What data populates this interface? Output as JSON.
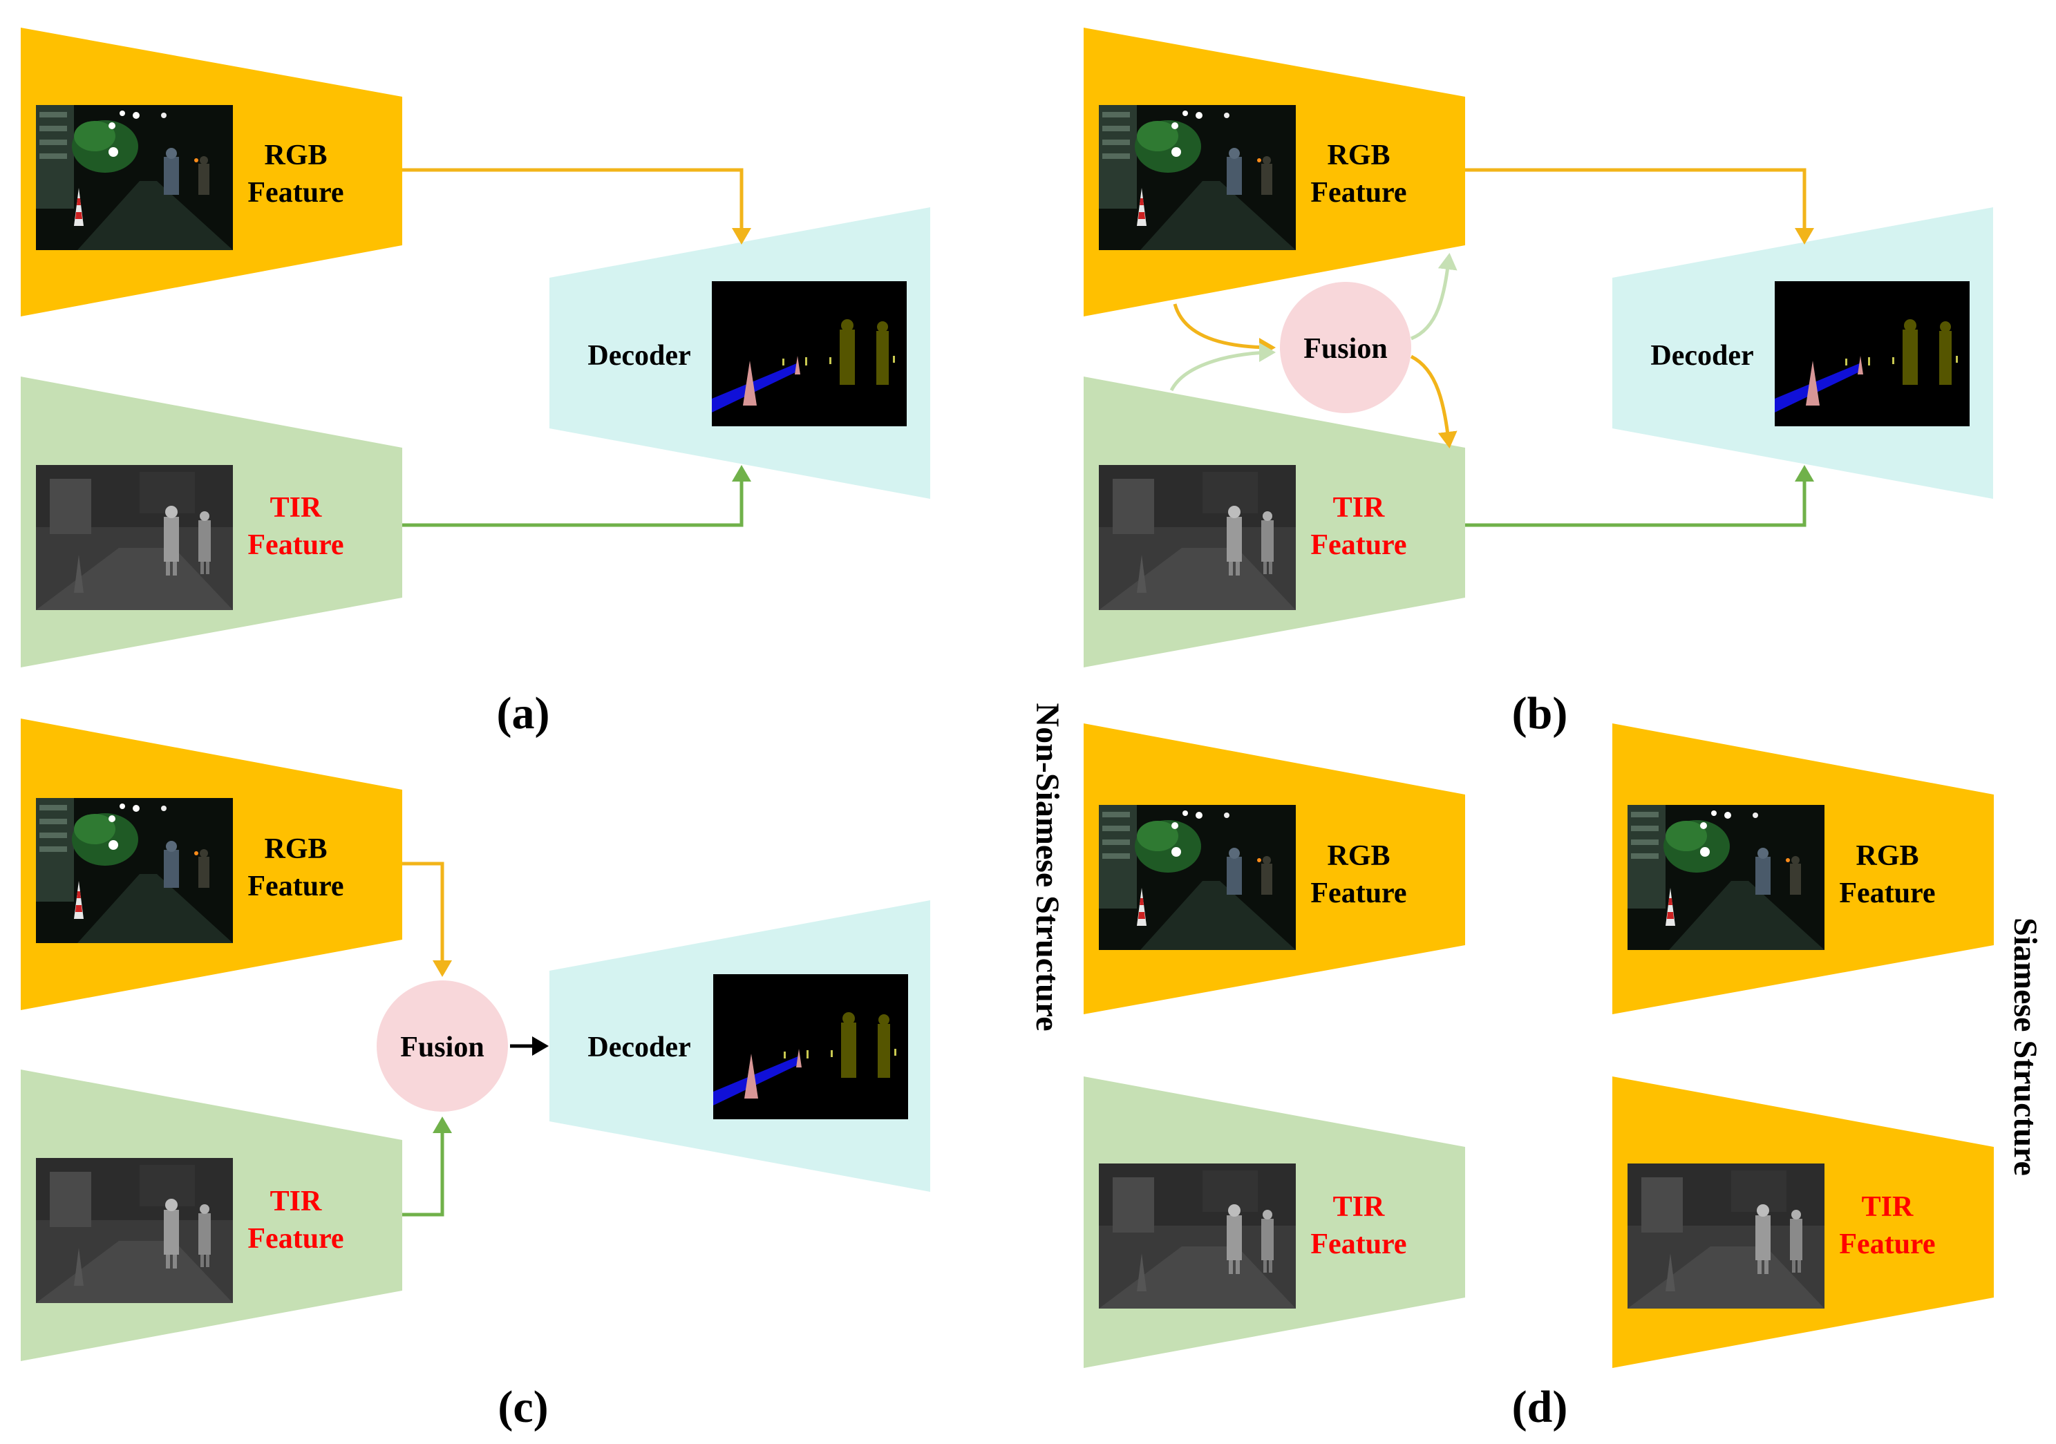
{
  "labels": {
    "rgb_line1": "RGB",
    "tir_line1": "TIR",
    "feature": "Feature",
    "decoder": "Decoder",
    "fusion": "Fusion",
    "panel_a": "(a)",
    "panel_b": "(b)",
    "panel_c": "(c)",
    "panel_d": "(d)",
    "non_siamese": "Non-Siamese Structure",
    "siamese": "Siamese Structure"
  },
  "colors": {
    "rgb_encoder": "#FFC000",
    "tir_encoder": "#C6E0B4",
    "decoder": "#D5F3F1",
    "fusion": "#F8D7DA",
    "rgb_arrow": "#F2B41A",
    "tir_arrow": "#70B14A",
    "tir_text": "#FF0000",
    "rgb_text": "#000000"
  },
  "icons": {
    "rgb_image": "night-street-rgb-photo",
    "tir_image": "night-street-thermal-photo",
    "seg_image": "segmentation-map"
  }
}
